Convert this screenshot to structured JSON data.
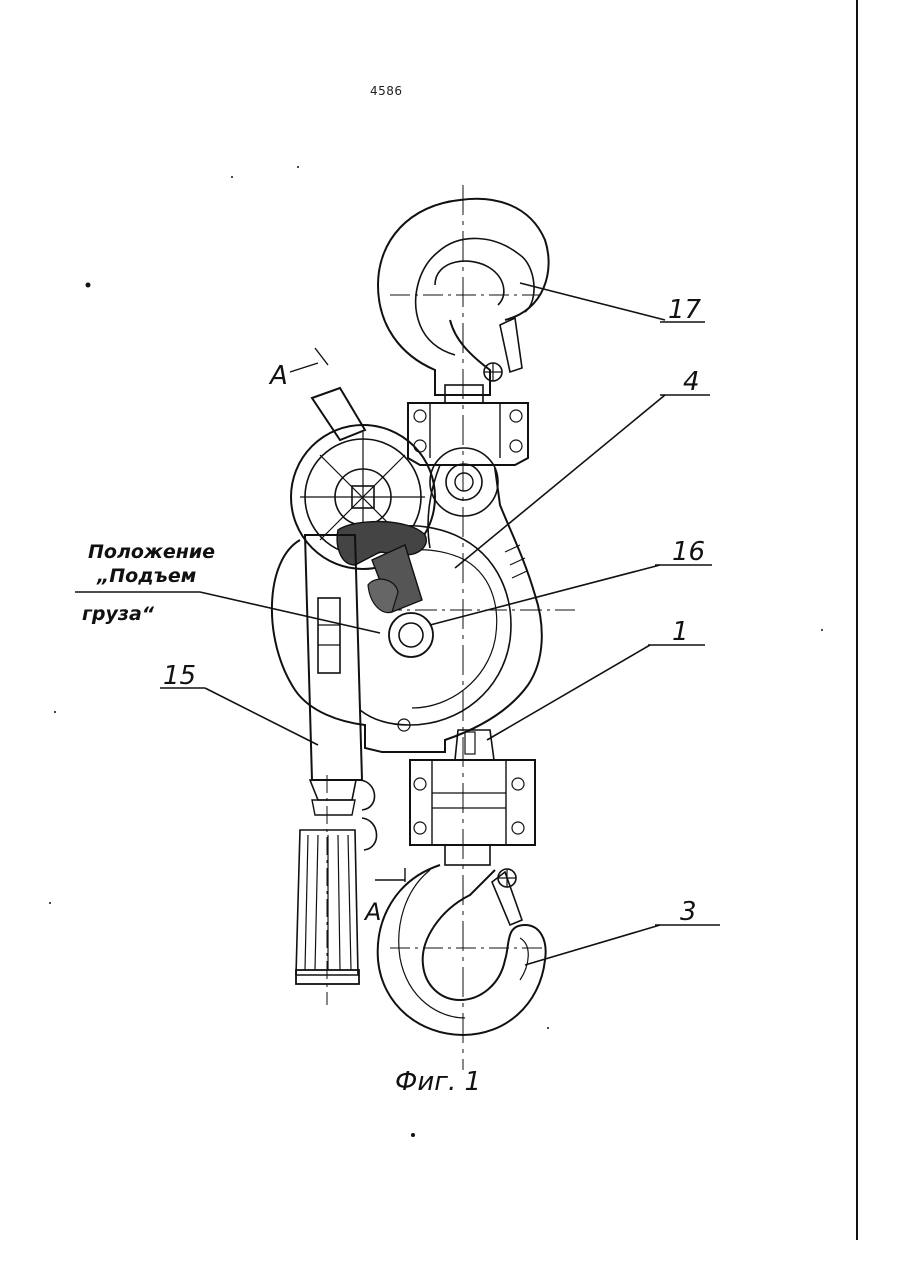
{
  "page": {
    "number": "4586"
  },
  "figure": {
    "caption": "Фиг. 1",
    "section_marker": "А",
    "callouts": [
      {
        "id": "17",
        "label": "17"
      },
      {
        "id": "4",
        "label": "4"
      },
      {
        "id": "16",
        "label": "16"
      },
      {
        "id": "1",
        "label": "1"
      },
      {
        "id": "15",
        "label": "15"
      },
      {
        "id": "3",
        "label": "3"
      }
    ],
    "annotation": {
      "line1": "Положение",
      "line2": "„Подъем",
      "line3": "груза“"
    }
  },
  "colors": {
    "ink": "#111111",
    "paper": "#ffffff"
  }
}
